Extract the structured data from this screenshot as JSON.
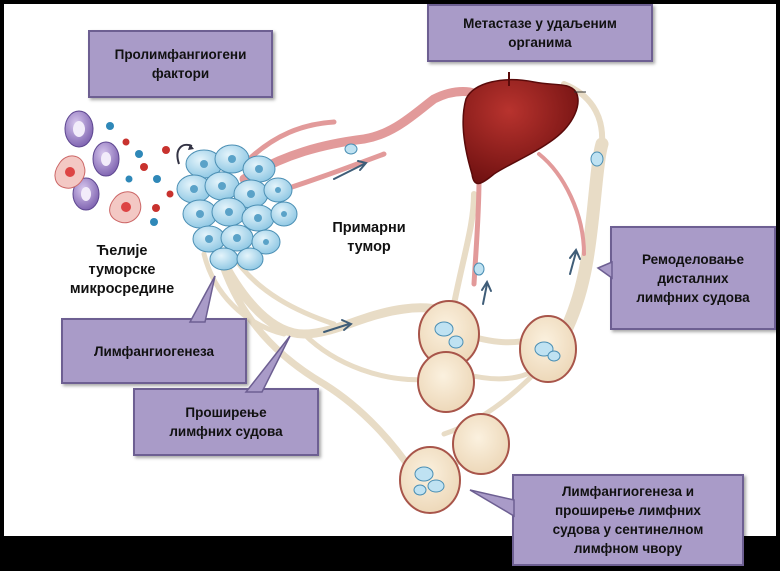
{
  "boxes": {
    "prolymph": [
      "Пролимфангиогени",
      "фактори"
    ],
    "metastasis": [
      "Метастазе у удаљеним",
      "органима"
    ],
    "remodeling": [
      "Ремоделовање",
      "дисталних",
      "лимфних судова"
    ],
    "lymphangiogenesis": [
      "Лимфангиогенеза"
    ],
    "dilation": [
      "Проширење",
      "лимфних судова"
    ],
    "sentinel": [
      "Лимфангиогенеза и",
      "проширење лимфних",
      "судова у сентинелном",
      "лимфном чвору"
    ]
  },
  "labels": {
    "tme": [
      "Ћелије",
      "туморске",
      "микросредине"
    ],
    "primary": [
      "Примарни",
      "тумор"
    ]
  },
  "colors": {
    "box_fill": "#a99bc8",
    "box_border": "#6d5f92",
    "lymph_vessel": "#e8dcc6",
    "blood_vessel": "#e29a9a",
    "tumor_cell": "#a9d6ec",
    "liver": "#8b1a1a",
    "background": "#000000"
  },
  "icons": [
    "liver-icon",
    "tumor-cluster-icon",
    "lymph-node-icon",
    "immune-cell-icon",
    "flow-arrow-icon"
  ]
}
